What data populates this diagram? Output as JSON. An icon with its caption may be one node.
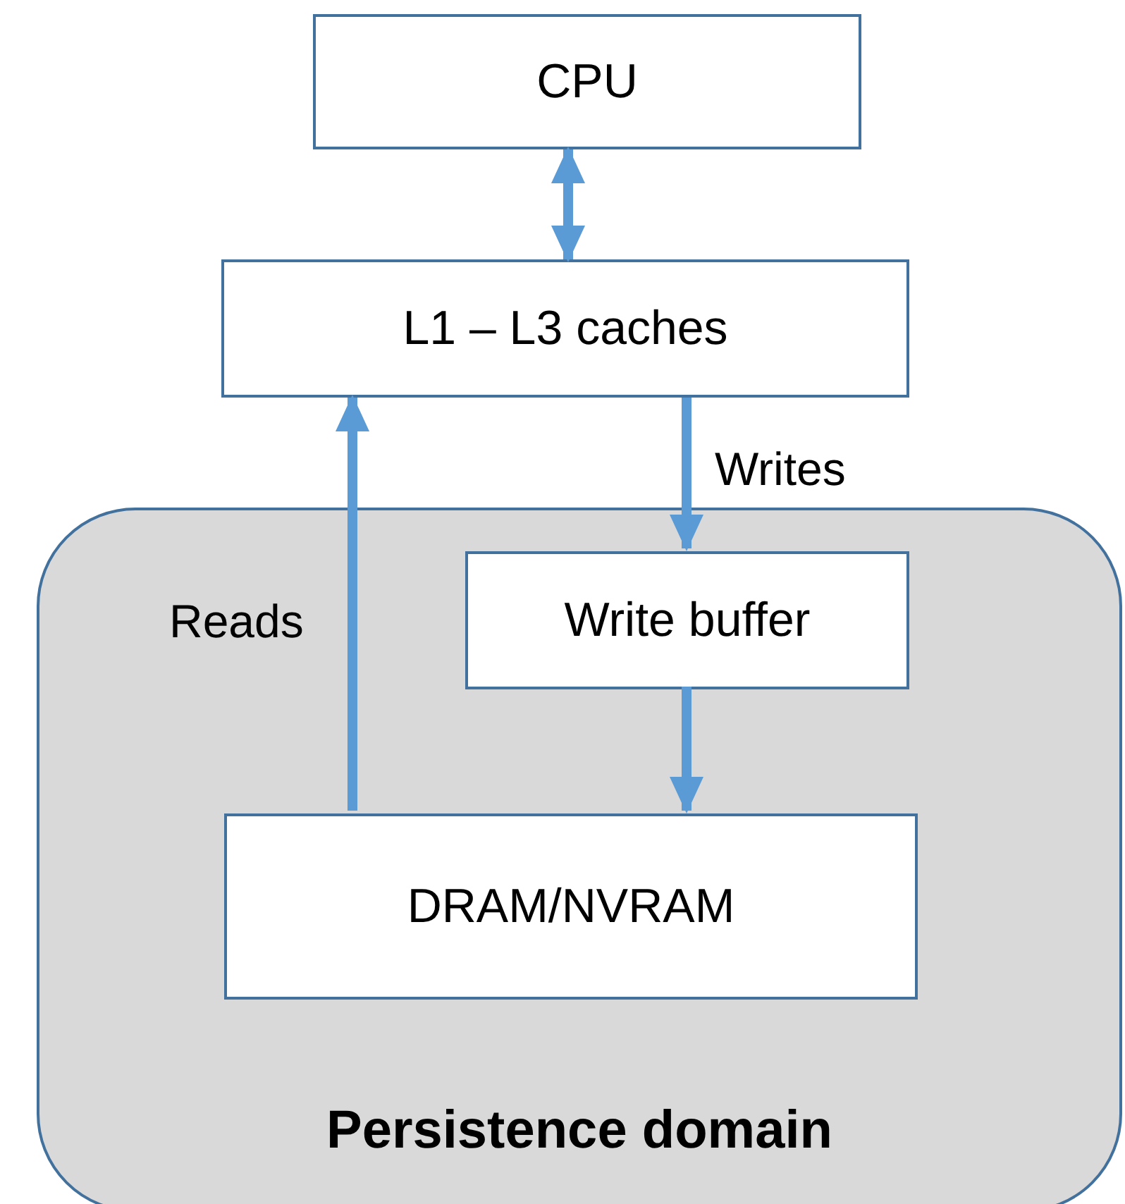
{
  "diagram": {
    "nodes": [
      {
        "text": [
          "CPU"
        ]
      },
      {
        "text": [
          "L1 – L3 caches"
        ]
      },
      {
        "text": [
          "Persistence domain"
        ]
      },
      {
        "text": [
          "Write buffer"
        ],
        "in": 2
      },
      {
        "text": [
          "DRAM/NVRAM"
        ],
        "in": 2
      }
    ],
    "edges": [
      {
        "from": 0,
        "to": 1,
        "arrow": "both"
      },
      {
        "from": 1,
        "to": 3,
        "arrow": "to",
        "label": "Writes"
      },
      {
        "from": 3,
        "to": 4,
        "arrow": "to"
      },
      {
        "from": 4,
        "to": 1,
        "arrow": "to",
        "label": "Reads"
      }
    ]
  }
}
